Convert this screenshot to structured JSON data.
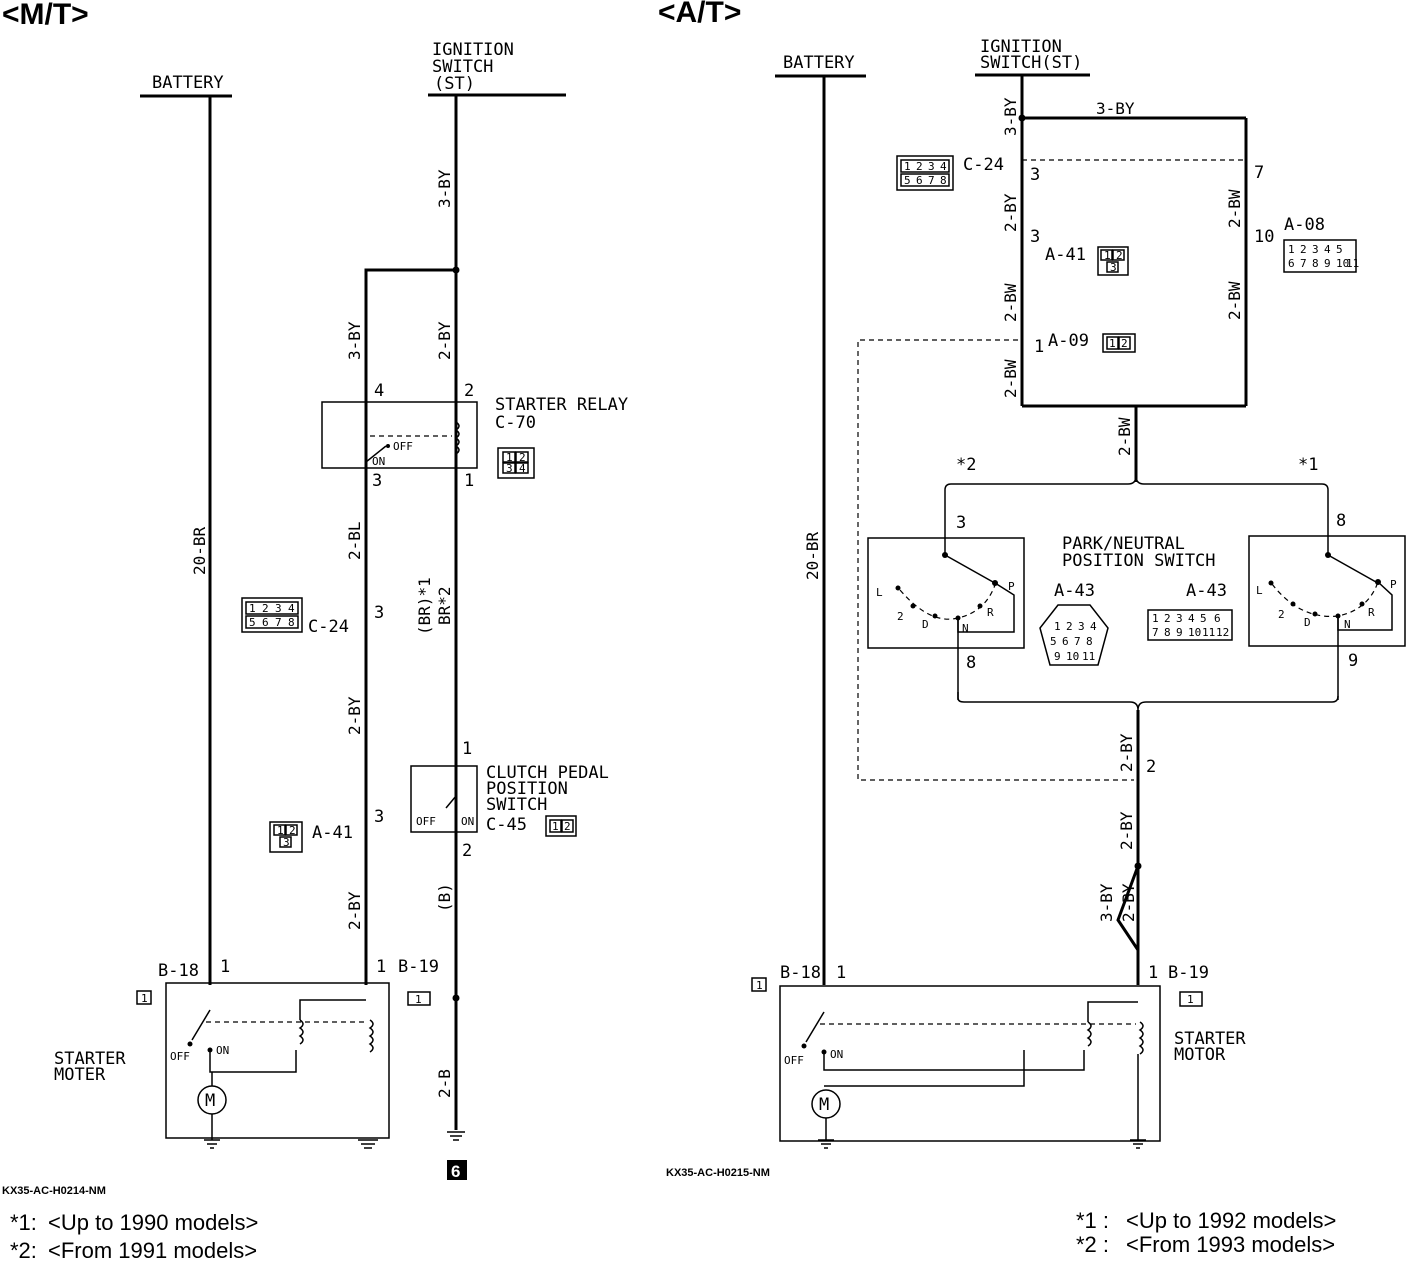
{
  "mt": {
    "header": "<M/T>",
    "battery": "BATTERY",
    "ign": [
      "IGNITION",
      "SWITCH",
      "(ST)"
    ],
    "wires": {
      "bat": "20-BR",
      "ign_top": "3-BY",
      "relay_in_left": "3-BY",
      "relay_in_right": "2-BY",
      "relay_out": "2-BL",
      "c24_down": "2-BY",
      "a41_down": "2-BY",
      "brbr": [
        "(BR)*1",
        "BR*2"
      ],
      "clutch_out": "(B)",
      "ground": "2-B"
    },
    "relay": {
      "title": [
        "STARTER RELAY",
        "C-70"
      ],
      "pins": [
        "4",
        "2",
        "3",
        "1"
      ],
      "off": "OFF",
      "on": "ON",
      "conn_pins": [
        "1",
        "2",
        "3",
        "4"
      ]
    },
    "c24": {
      "label": "C-24",
      "pin": "3",
      "conn_pins": [
        "1",
        "2",
        "3",
        "4",
        "5",
        "6",
        "7",
        "8"
      ]
    },
    "a41": {
      "label": "A-41",
      "pin": "3",
      "conn_pins": [
        "1",
        "2",
        "3"
      ]
    },
    "clutch": {
      "title": [
        "CLUTCH PEDAL",
        "POSITION",
        "SWITCH"
      ],
      "label": "C-45",
      "pins": [
        "1",
        "2"
      ],
      "off": "OFF",
      "on": "ON",
      "conn_pins": [
        "1",
        "2"
      ]
    },
    "motor": {
      "title": [
        "STARTER",
        "MOTER"
      ],
      "b18": "B-18",
      "b18_pin": "1",
      "b19": "B-19",
      "b19_pin": "1",
      "off": "OFF",
      "on": "ON",
      "m": "M",
      "b18_conn": "1",
      "b19_conn": "1"
    },
    "ground_tag": "6",
    "code": "KX35-AC-H0214-NM"
  },
  "at": {
    "header": "<A/T>",
    "battery": "BATTERY",
    "ign": [
      "IGNITION",
      "SWITCH(ST)"
    ],
    "wires": {
      "bat": "20-BR",
      "ign_down": "3-BY",
      "top_h": "3-BY",
      "c24_a41": "2-BY",
      "a41_a09": "2-BW",
      "a09_down": "2-BW",
      "right_upper": "2-BW",
      "right_lower": "2-BW",
      "center": "2-BW",
      "to_b19_upper": "2-BY",
      "to_b19_lower": "2-BY",
      "split_left": "3-BY",
      "split_right": "2-BY"
    },
    "c24": {
      "label": "C-24",
      "pin_left": "3",
      "pin_right": "7",
      "conn_pins": [
        "1",
        "2",
        "3",
        "4",
        "5",
        "6",
        "7",
        "8"
      ]
    },
    "a41": {
      "label": "A-41",
      "pin": "3",
      "conn_pins": [
        "1",
        "2",
        "3"
      ]
    },
    "a08": {
      "label": "A-08",
      "pin": "10",
      "conn_pins": [
        "1",
        "2",
        "3",
        "4",
        "5",
        "6",
        "7",
        "8",
        "9",
        "10",
        "11"
      ]
    },
    "a09": {
      "label": "A-09",
      "pin": "1",
      "conn_pins": [
        "1",
        "2"
      ]
    },
    "pn": {
      "title": [
        "PARK/NEUTRAL",
        "POSITION SWITCH"
      ],
      "star2": "*2",
      "star1": "*1",
      "left_pins": [
        "3",
        "8"
      ],
      "right_pins": [
        "8",
        "9"
      ],
      "positions": [
        "L",
        "2",
        "D",
        "N",
        "R",
        "P"
      ],
      "a43_round": "A-43",
      "a43_rect": "A-43",
      "round_pins": [
        "1",
        "2",
        "3",
        "4",
        "5",
        "6",
        "7",
        "8",
        "9",
        "10",
        "11"
      ],
      "rect_pins": [
        "1",
        "2",
        "3",
        "4",
        "5",
        "6",
        "7",
        "8",
        "9",
        "10",
        "11",
        "12"
      ],
      "pin2": "2"
    },
    "motor": {
      "title": [
        "STARTER",
        "MOTOR"
      ],
      "b18": "B-18",
      "b18_pin": "1",
      "b19": "B-19",
      "b19_pin": "1",
      "off": "OFF",
      "on": "ON",
      "m": "M",
      "b18_conn": "1",
      "b19_conn": "1"
    },
    "code": "KX35-AC-H0215-NM"
  },
  "notes_left": [
    {
      "mark": "*1:",
      "text": "<Up to 1990 models>"
    },
    {
      "mark": "*2:",
      "text": "<From 1991 models>"
    }
  ],
  "notes_right": [
    {
      "mark": "*1 :",
      "text": "<Up to 1992 models>"
    },
    {
      "mark": "*2 :",
      "text": "<From 1993 models>"
    }
  ]
}
